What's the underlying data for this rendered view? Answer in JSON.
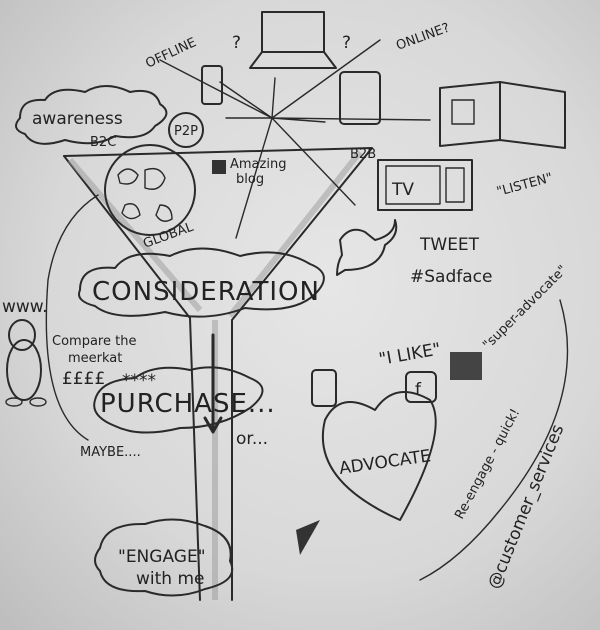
{
  "labels": {
    "offline": "OFFLINE",
    "question_left": "?",
    "question_right": "?",
    "online": "ONLINE?",
    "awareness": "awareness",
    "b2c": "B2C",
    "p2p": "P2P",
    "blog_line1": "Amazing",
    "blog_line2": "blog",
    "b2b": "B2B",
    "global": "GLOBAL",
    "tv": "TV",
    "listen": "\"LISTEN\"",
    "tweet": "TWEET",
    "sadface": "#Sadface",
    "consideration": "CONSIDERATION",
    "www": "www.",
    "compare_line1": "Compare the",
    "compare_line2": "meerkat",
    "pounds": "££££",
    "stars": "****",
    "i_like": "\"I LIKE\"",
    "super_advocate": "\"super-advocate\"",
    "purchase": "PURCHASE...",
    "or": "or...",
    "maybe": "MAYBE....",
    "advocate": "ADVOCATE",
    "reengage": "Re-engage - quick!",
    "customer_services": "@customer_services",
    "engage_line1": "\"ENGAGE\"",
    "engage_line2": "with me",
    "facebook": "f"
  },
  "icons": [
    "laptop",
    "tablet",
    "phone",
    "open-book",
    "television",
    "rss",
    "globe",
    "twitter-bird",
    "facebook",
    "thumbs-up",
    "heart",
    "meerkat",
    "funnel"
  ],
  "colors": {
    "ink": "#2a2a2a",
    "paper": "#dcdcdc",
    "pencil": "#9a9a9a"
  }
}
